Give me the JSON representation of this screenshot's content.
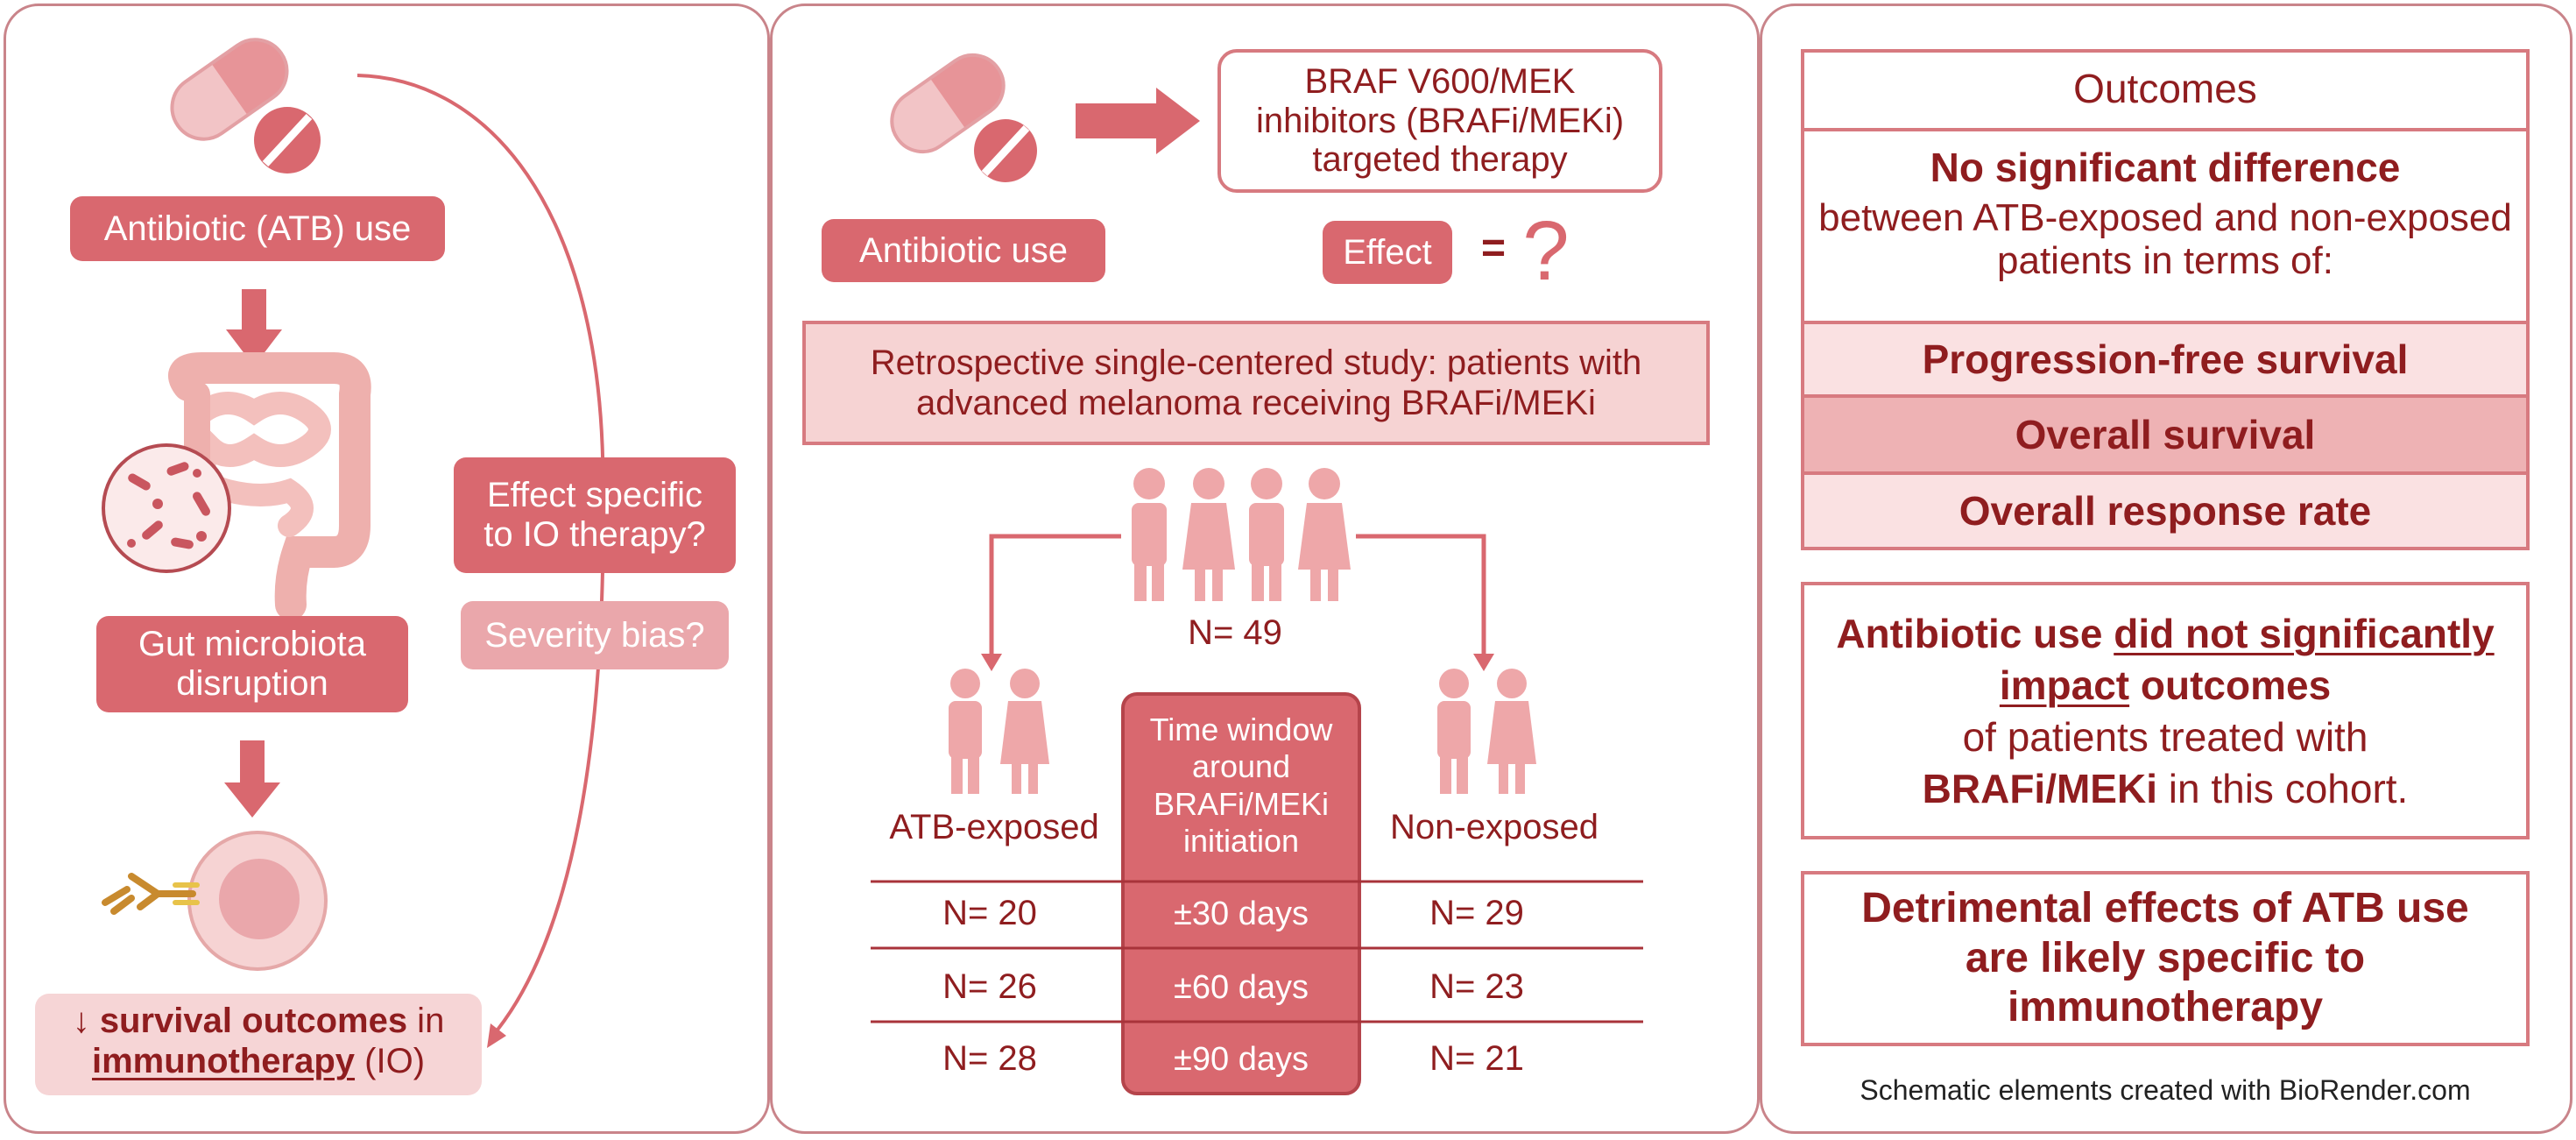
{
  "left": {
    "atb_label": "Antibiotic (ATB) use",
    "gut_label": "Gut microbiota disruption",
    "effect_question": "Effect specific to IO therapy?",
    "bias_question": "Severity bias?",
    "outcome_arrow": "↓",
    "outcome_bold": "survival outcomes",
    "outcome_in": " in",
    "outcome_io": "immunotherapy",
    "outcome_io_abbr": " (IO)"
  },
  "middle": {
    "therapy_box": "BRAF V600/MEK inhibitors (BRAFi/MEKi) targeted therapy",
    "antibiotic_use": "Antibiotic use",
    "effect": "Effect",
    "equals": "=",
    "question": "?",
    "study_box": "Retrospective single-centered study: patients with advanced melanoma receiving BRAFi/MEKi",
    "total_n": "N= 49",
    "exposed_label": "ATB-exposed",
    "nonexposed_label": "Non-exposed",
    "window_header": "Time window around BRAFi/MEKi initiation",
    "rows": [
      {
        "exposed": "N= 20",
        "window": "±30 days",
        "nonexposed": "N= 29"
      },
      {
        "exposed": "N= 26",
        "window": "±60 days",
        "nonexposed": "N= 23"
      },
      {
        "exposed": "N= 28",
        "window": "±90 days",
        "nonexposed": "N= 21"
      }
    ]
  },
  "right": {
    "outcomes_title": "Outcomes",
    "no_diff_bold": "No significant difference",
    "no_diff_text": "between ATB-exposed and non-exposed patients in terms of:",
    "outcome_1": "Progression-free survival",
    "outcome_2": "Overall survival",
    "outcome_3": "Overall response rate",
    "concl_a": "Antibiotic use ",
    "concl_b": "did not significantly impact",
    "concl_c": " outcomes",
    "concl_d": "of patients treated with",
    "concl_e": "BRAFi/MEKi",
    "concl_f": " in this cohort.",
    "detrimental": "Detrimental effects of ATB use are likely specific to immunotherapy",
    "credit": "Schematic elements created with BioRender.com"
  },
  "colors": {
    "accent": "#d9686f",
    "light_accent": "#eaa7ab",
    "dark_text": "#8f1d1f",
    "border": "#c9848a"
  }
}
